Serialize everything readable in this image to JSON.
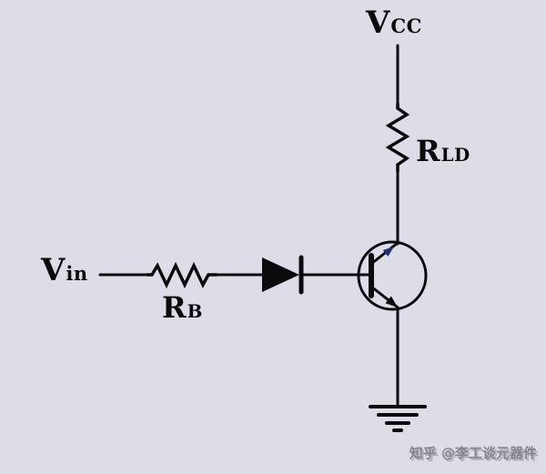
{
  "colors": {
    "background": "#dcdde6",
    "line": "#0b0b0d",
    "collector_arrow": "#1e2f77",
    "watermark": "#85858f"
  },
  "labels": {
    "vcc": {
      "main": "V",
      "sub": "CC"
    },
    "rld": {
      "main": "R",
      "sub": "LD"
    },
    "vin": {
      "main": "V",
      "sub": "in"
    },
    "rb": {
      "main": "R",
      "sub": "B"
    }
  },
  "watermark": {
    "text": "知乎 @李工谈元器件"
  },
  "diagram": {
    "type": "circuit-schematic",
    "components": [
      "vcc-rail",
      "resistor-rld",
      "npn-transistor",
      "resistor-rb",
      "diode",
      "ground-symbol",
      "vin-source"
    ]
  }
}
